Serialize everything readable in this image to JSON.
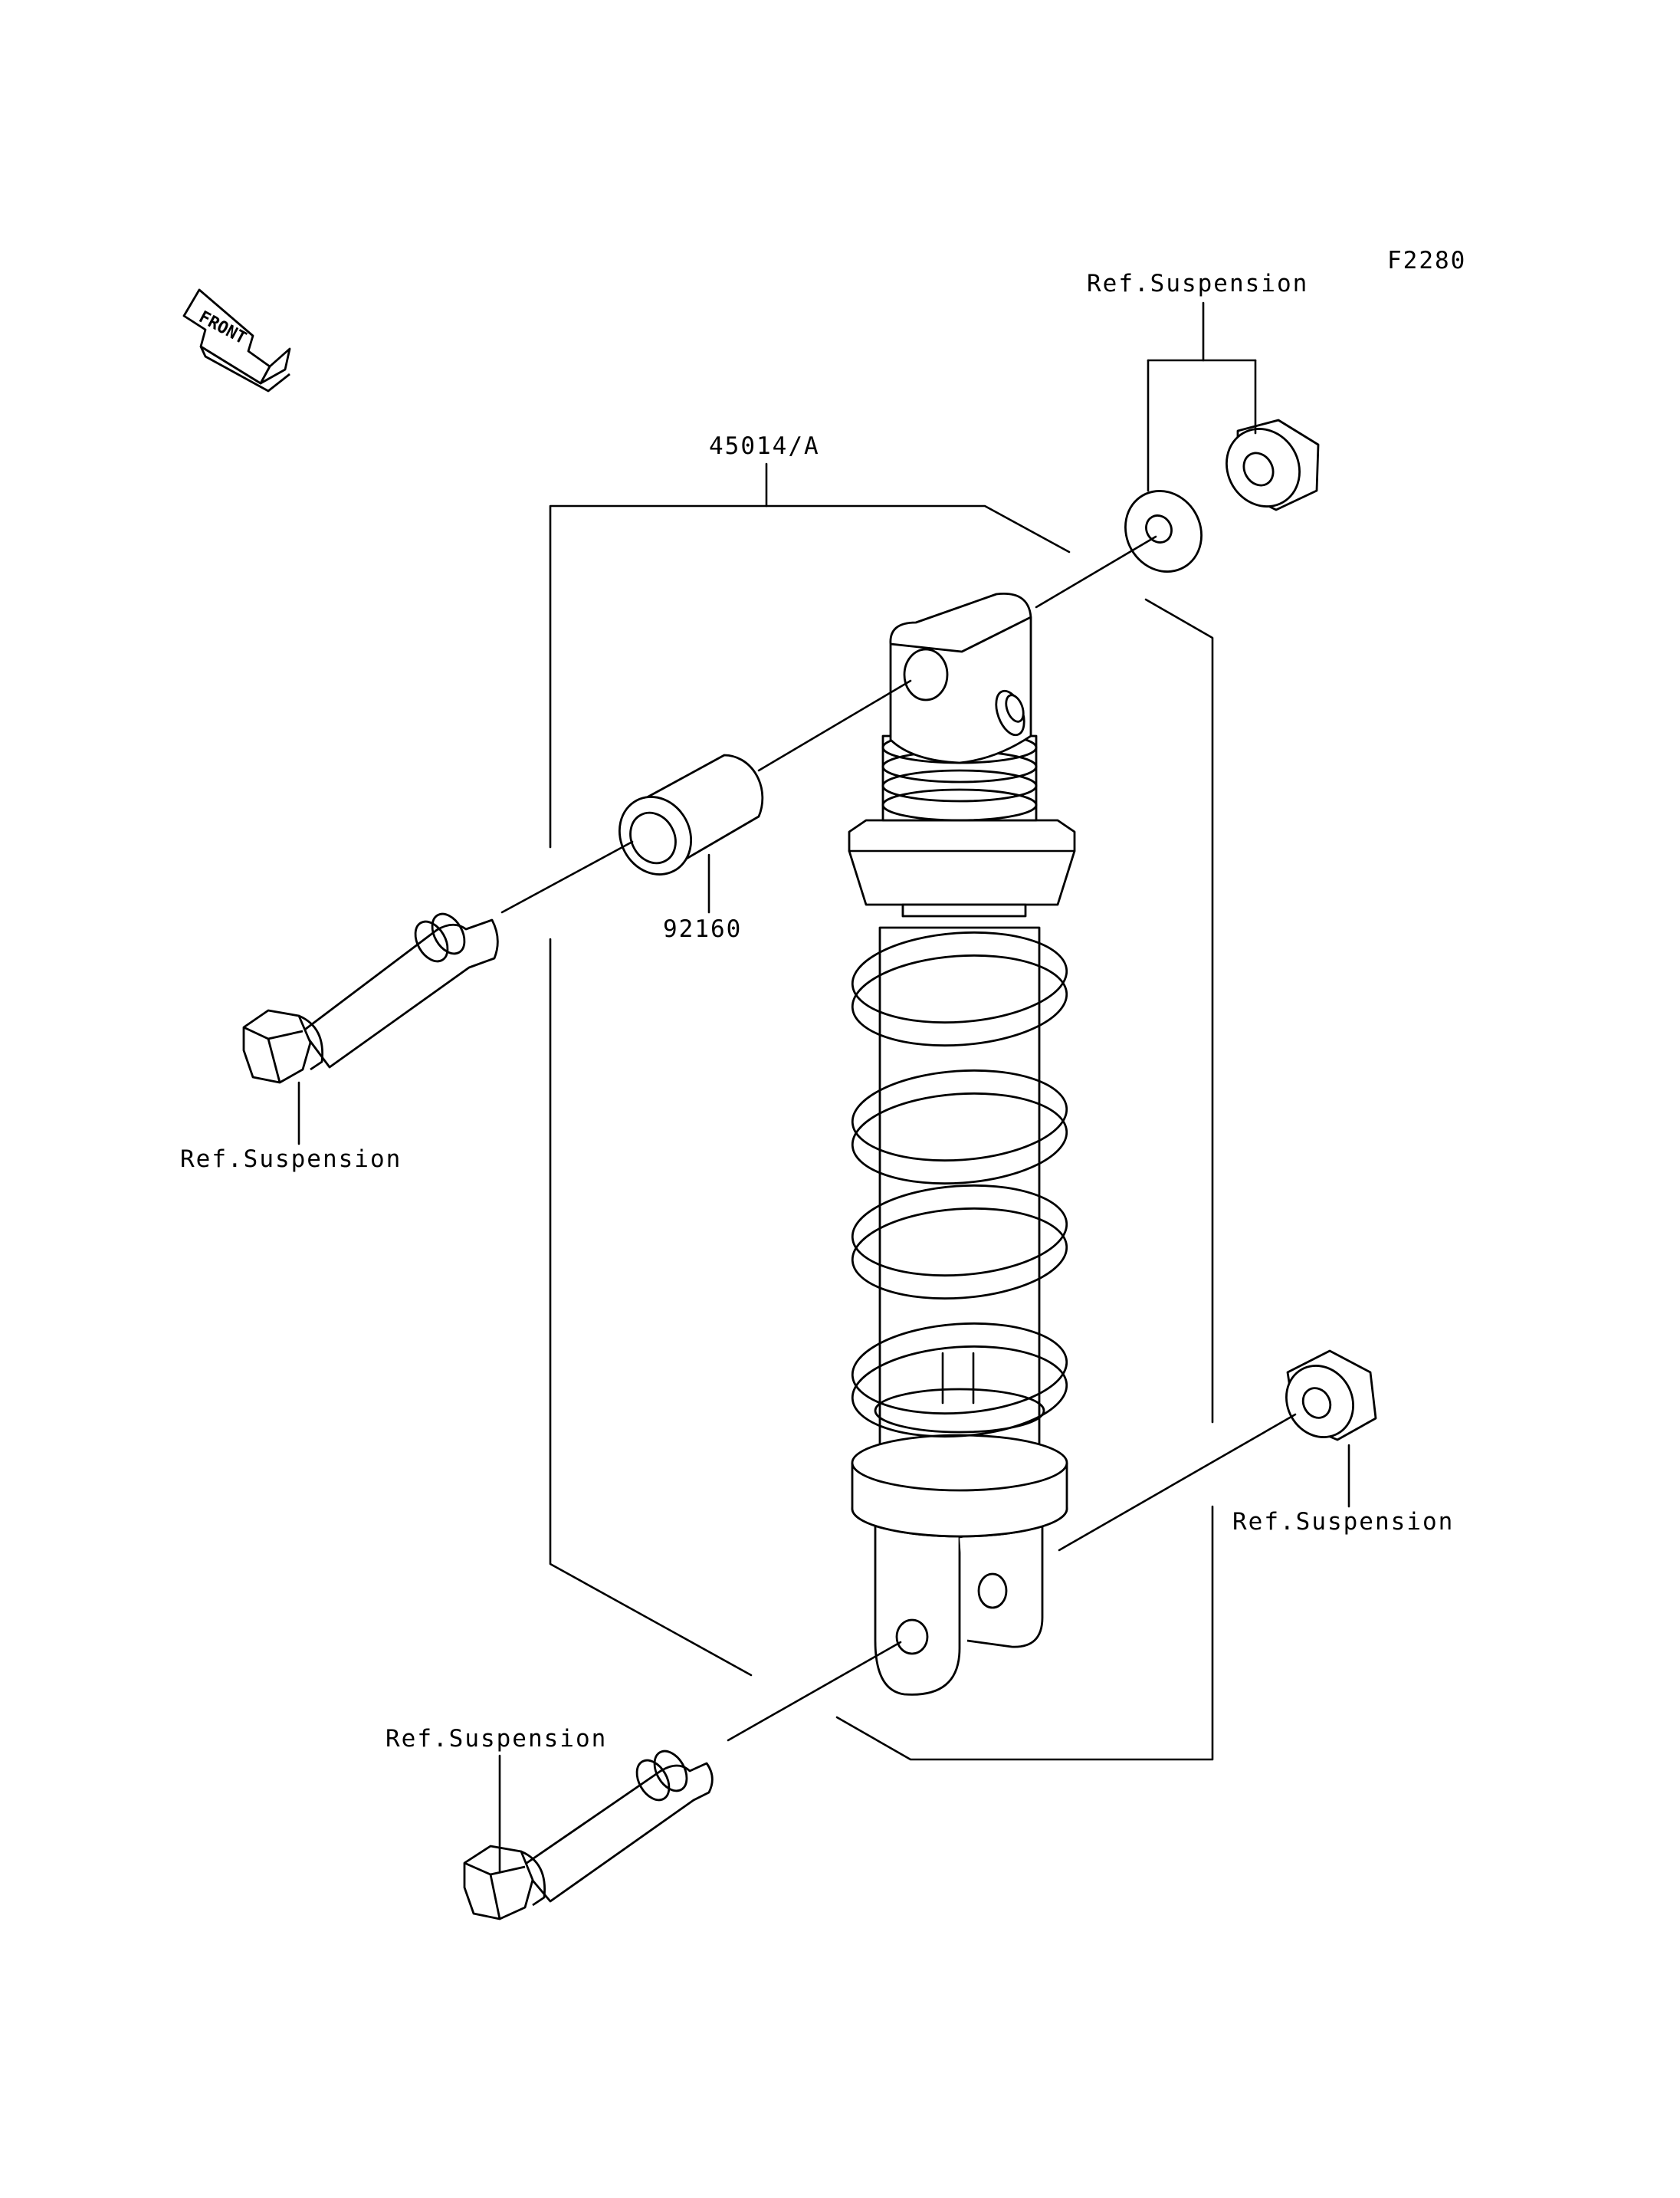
{
  "figure_code": "F2280",
  "front_indicator": "FRONT",
  "labels": {
    "shock_absorber": "45014/A",
    "collar": "92160",
    "ref_upper_right": "Ref.Suspension",
    "ref_left_bolt": "Ref.Suspension",
    "ref_lower_right_nut": "Ref.Suspension",
    "ref_lower_bolt": "Ref.Suspension"
  }
}
